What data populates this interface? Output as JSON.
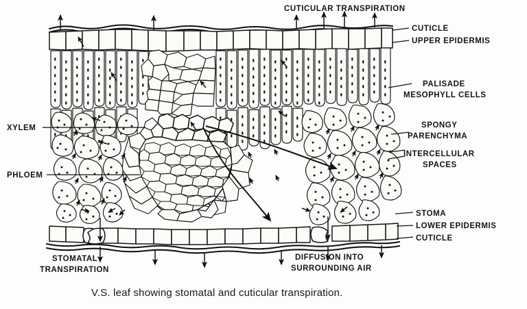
{
  "figure": {
    "type": "biology-diagram",
    "subject": "leaf-vertical-section",
    "caption": "V.S. leaf showing stomatal and cuticular transpiration.",
    "background_color": "#fdfdfd",
    "ink_color": "#141414"
  },
  "labels": {
    "top": {
      "cuticular_transpiration": "CUTICULAR TRANSPIRATION"
    },
    "right": [
      {
        "id": "cuticle-upper",
        "text": "CUTICLE"
      },
      {
        "id": "upper-epidermis",
        "text": "UPPER EPIDERMIS"
      },
      {
        "id": "palisade-line1",
        "text": "PALISADE"
      },
      {
        "id": "palisade-line2",
        "text": "MESOPHYLL CELLS"
      },
      {
        "id": "spongy-line1",
        "text": "SPONGY"
      },
      {
        "id": "spongy-line2",
        "text": "PARENCHYMA"
      },
      {
        "id": "intercellular-line1",
        "text": "INTERCELLULAR"
      },
      {
        "id": "intercellular-line2",
        "text": "SPACES"
      },
      {
        "id": "stoma",
        "text": "STOMA"
      },
      {
        "id": "lower-epidermis",
        "text": "LOWER  EPIDERMIS"
      },
      {
        "id": "cuticle-lower",
        "text": "CUTICLE"
      }
    ],
    "left": [
      {
        "id": "xylem",
        "text": "XYLEM"
      },
      {
        "id": "phloem",
        "text": "PHLOEM"
      }
    ],
    "bottom": [
      {
        "id": "stomatal-line1",
        "text": "STOMATAL"
      },
      {
        "id": "stomatal-line2",
        "text": "TRANSPIRATION"
      },
      {
        "id": "diffusion-line1",
        "text": "DIFFUSION INTO"
      },
      {
        "id": "diffusion-line2",
        "text": "SURROUNDING AIR"
      }
    ]
  },
  "structures": {
    "upper_cuticle": "wavy double line across leaf top",
    "upper_epidermis": "single row of rounded rectangular cells",
    "palisade_mesophyll": "two rows of tall columnar cells with chloroplast dots",
    "central_polygonal": "column of polygonal parenchyma cells above vascular bundle",
    "vascular_bundle": "xylem vessels above, phloem below, surrounded by bundle sheath",
    "spongy_parenchyma": "irregular lobed cells with large intercellular air spaces",
    "lower_epidermis": "single row of flattened cells",
    "lower_cuticle": "wavy line across leaf underside",
    "stomata_count": 2
  },
  "arrows": {
    "cuticular_upward_count": 6,
    "stomatal_downward_count": 2,
    "diffusion_downward_count": 4,
    "water_movement_curved_count": 2,
    "intercellular_small_count": 18
  }
}
